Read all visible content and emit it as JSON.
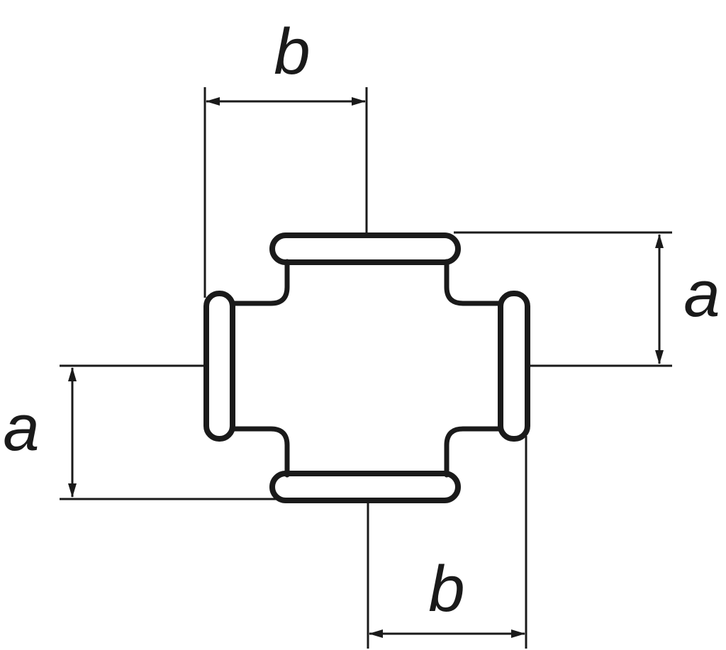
{
  "figure": {
    "type": "pipe-fitting-cross-dimension-drawing",
    "colors": {
      "stroke": "#1a1a1a",
      "background": "#ffffff"
    },
    "labels": {
      "top_b": "b",
      "right_a": "a",
      "left_a": "a",
      "bottom_b": "b"
    }
  }
}
